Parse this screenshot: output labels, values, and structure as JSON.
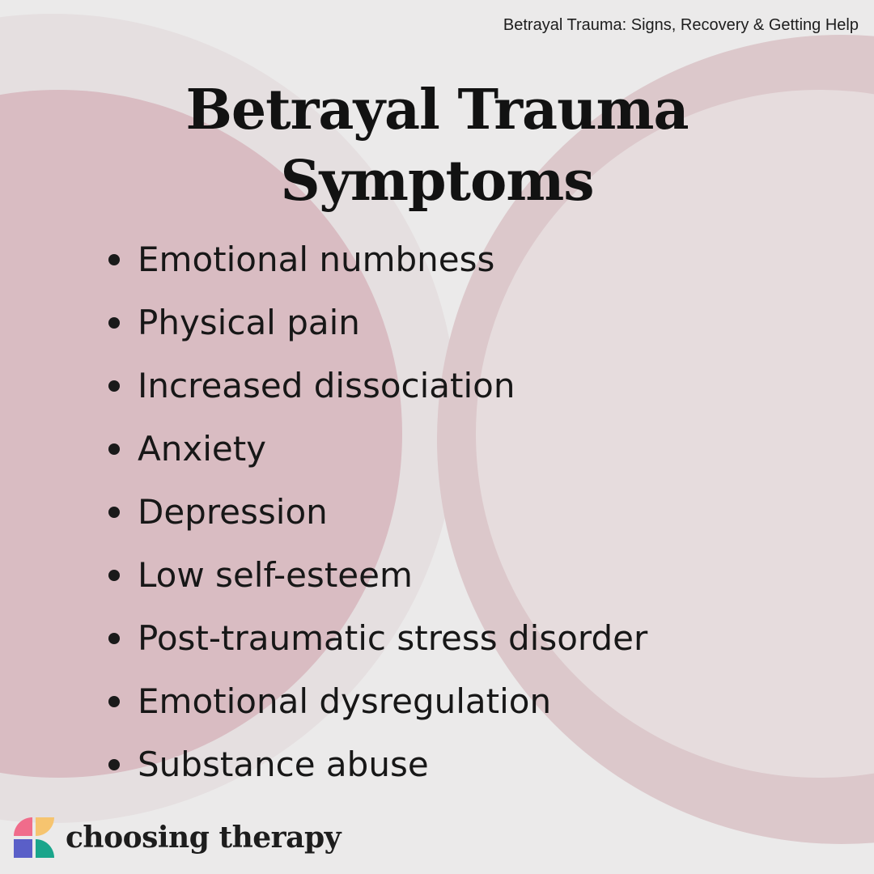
{
  "header": {
    "caption": "Betrayal Trauma: Signs, Recovery & Getting Help"
  },
  "title": {
    "line1": "Betrayal Trauma",
    "line2": "Symptoms"
  },
  "symptoms": [
    "Emotional numbness",
    "Physical pain",
    "Increased dissociation",
    "Anxiety",
    "Depression",
    "Low self-esteem",
    "Post-traumatic stress disorder",
    "Emotional dysregulation",
    "Substance abuse"
  ],
  "brand": {
    "name": "choosing therapy",
    "logo_icon": "choosing-therapy-logo",
    "logo_colors": [
      "#f06c8b",
      "#f6c46f",
      "#5a5fc8",
      "#1aa58b"
    ]
  },
  "colors": {
    "background": "#ebeaea",
    "circle_left": "#d9bcc2",
    "circle_right": "#dcc8cb",
    "text": "#161616"
  }
}
